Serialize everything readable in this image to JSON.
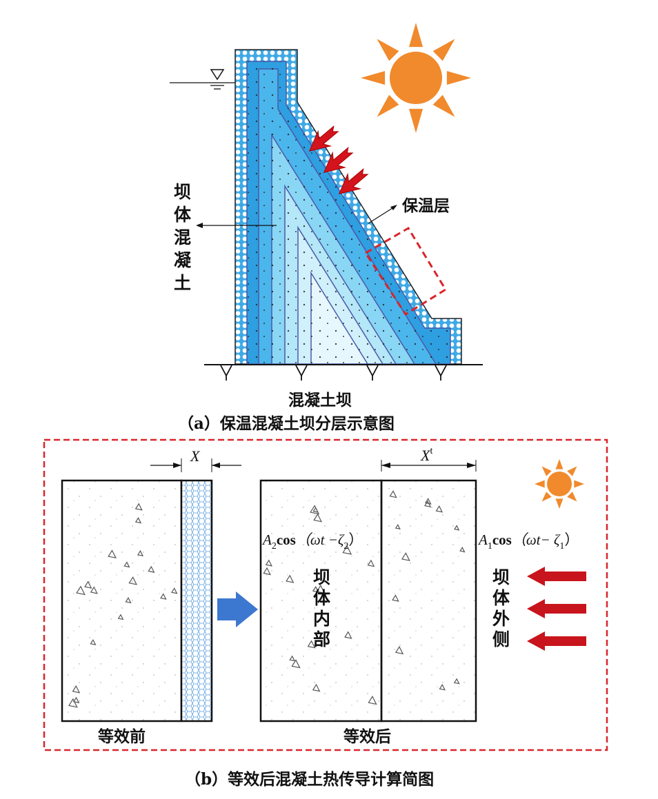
{
  "panel_a": {
    "caption": "（a）保温混凝土坝分层示意图",
    "dam_label": "混凝土坝",
    "body_label_chars": [
      "坝",
      "体",
      "混",
      "凝",
      "土"
    ],
    "insulation_label": "保温层"
  },
  "panel_b": {
    "caption": "（b）等效后混凝土热传导计算简图",
    "before_label": "等效前",
    "after_label": "等效后",
    "x_label": "X",
    "xt_label": "X",
    "xt_sup": "t",
    "inner_formula": {
      "amp": "A",
      "sub": "2",
      "func": "cos",
      "arg": "（ωt −ζ",
      "phase_sub": "2",
      "close": "）"
    },
    "outer_formula": {
      "amp": "A",
      "sub": "1",
      "func": "cos",
      "arg": "（ωt− ζ",
      "phase_sub": "1",
      "close": "）"
    },
    "inner_label_chars": [
      "坝",
      "体",
      "内",
      "部"
    ],
    "outer_label_chars": [
      "坝",
      "体",
      "外",
      "侧"
    ]
  },
  "colors": {
    "insulation": "#3fa9e6",
    "layer_dark": "#2e9fe0",
    "layer_mid": "#63c4f0",
    "layer_light": "#a8e2f7",
    "layer_pale": "#d6f2fb",
    "sun": "#f08a2c",
    "heat_arrow": "#d3141c",
    "dashed_box": "#d9252a",
    "flow_arrow": "#3d78d0"
  }
}
